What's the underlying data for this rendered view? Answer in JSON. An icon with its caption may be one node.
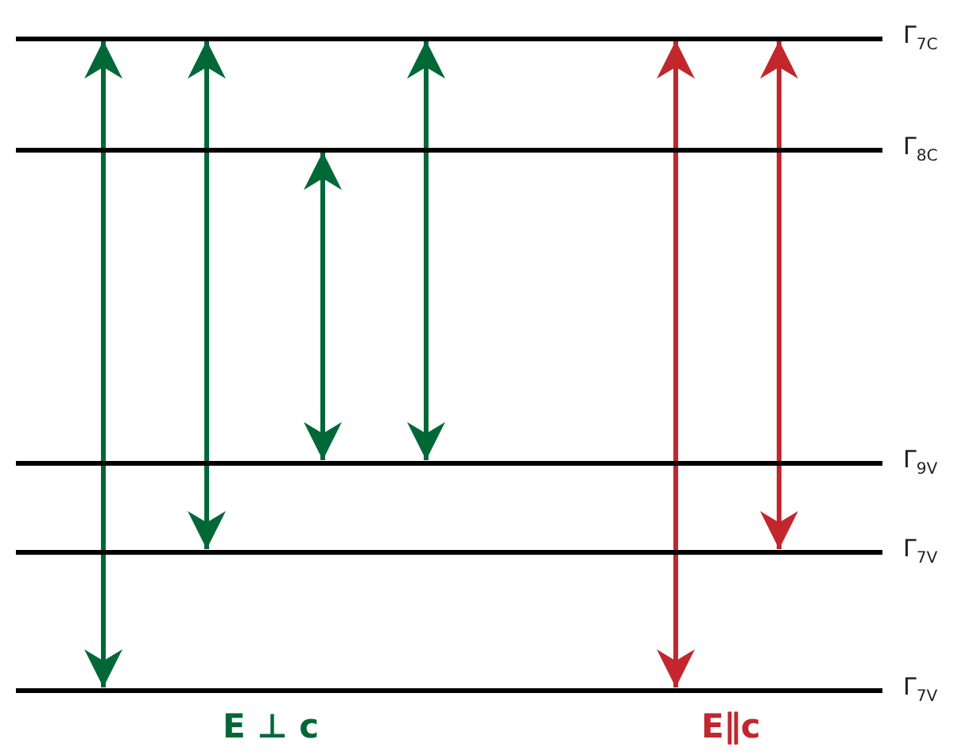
{
  "diagram": {
    "nodes": [
      {
        "text": [
          "Γ$_{7C}$"
        ]
      },
      {
        "text": [
          "Γ$_{8C}$"
        ]
      },
      {
        "text": [
          "Γ$_{9V}$"
        ]
      },
      {
        "text": [
          "Γ$_{7V}$"
        ]
      },
      {
        "text": [
          "Γ$_{7V}$"
        ]
      }
    ],
    "edges": [
      {
        "from": 0,
        "to": 4,
        "arrow": "both"
      },
      {
        "from": 0,
        "to": 3,
        "arrow": "both"
      },
      {
        "from": 1,
        "to": 2,
        "arrow": "both"
      },
      {
        "from": 0,
        "to": 2,
        "arrow": "both"
      },
      {
        "from": 0,
        "to": 4,
        "arrow": "both",
        "color": "#c1272d"
      },
      {
        "from": 0,
        "to": 3,
        "arrow": "both",
        "color": "#c1272d"
      }
    ],
    "labels": [
      "E ⊥ c",
      "E∥c"
    ]
  }
}
